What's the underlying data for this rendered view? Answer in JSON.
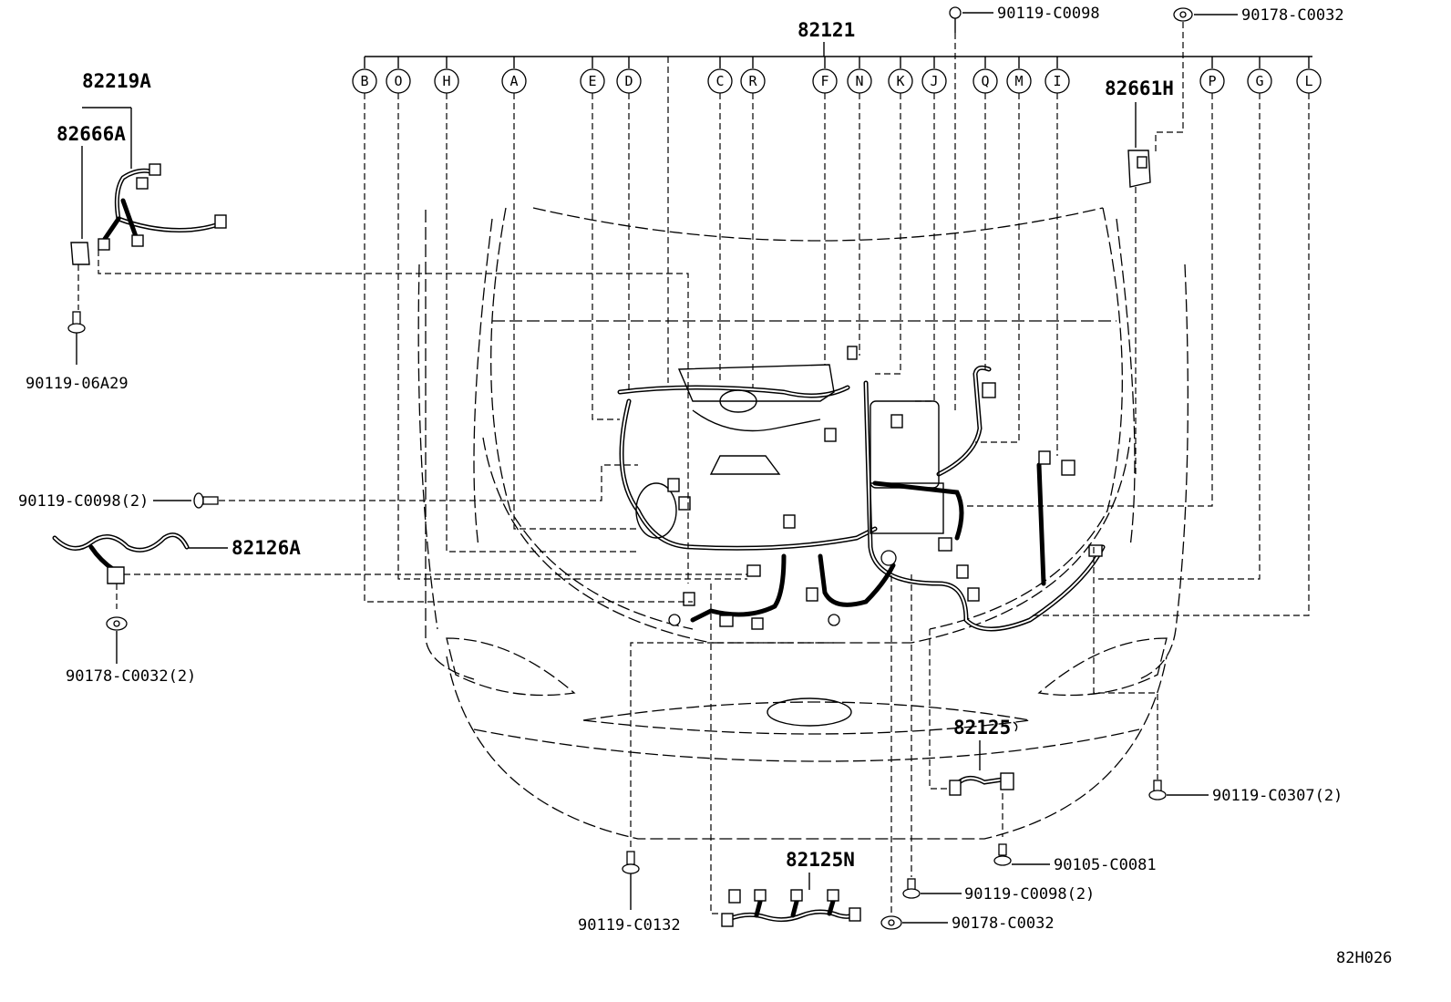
{
  "main_harness": {
    "part_number": "82121",
    "connector_letters": [
      "B",
      "O",
      "H",
      "A",
      "E",
      "D",
      "C",
      "R",
      "F",
      "N",
      "K",
      "J",
      "Q",
      "M",
      "I",
      "P",
      "G",
      "L"
    ]
  },
  "parts": {
    "p82219A": "82219A",
    "p82666A": "82666A",
    "p82661H": "82661H",
    "p82126A": "82126A",
    "p82125": "82125",
    "p82125N": "82125N"
  },
  "fasteners": {
    "f_top_bolt": "90119-C0098",
    "f_top_clip": "90178-C0032",
    "f_left_bolt": "90119-06A29",
    "f_mid_bolt": "90119-C0098(2)",
    "f_left_clip": "90178-C0032(2)",
    "f_right_bolt": "90119-C0307(2)",
    "f_right_bolt2": "90105-C0081",
    "f_bottom_bolt": "90119-C0098(2)",
    "f_bottom_clip": "90178-C0032",
    "f_bottom_left_bolt": "90119-C0132"
  },
  "figure_code": "82H026"
}
